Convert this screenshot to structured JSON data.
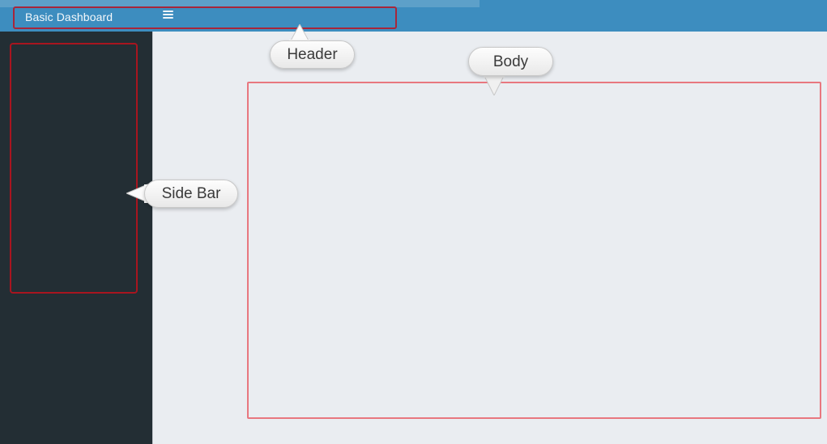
{
  "header": {
    "brand_title": "Basic Dashboard",
    "menu_icon": "hamburger-menu-icon",
    "background_color": "#3d8dbf",
    "text_color": "#f4f8fb"
  },
  "sidebar": {
    "background_color": "#232e34",
    "items": []
  },
  "body": {
    "background_color": "#eaedf1"
  },
  "annotations": {
    "outline_color_header": "#a8263a",
    "outline_color_sidebar": "#a8151f",
    "outline_color_body": "#e8777f",
    "callouts": [
      {
        "label": "Header",
        "target": "header-region"
      },
      {
        "label": "Body",
        "target": "body-region"
      },
      {
        "label": "Side Bar",
        "target": "sidebar-region"
      }
    ]
  }
}
